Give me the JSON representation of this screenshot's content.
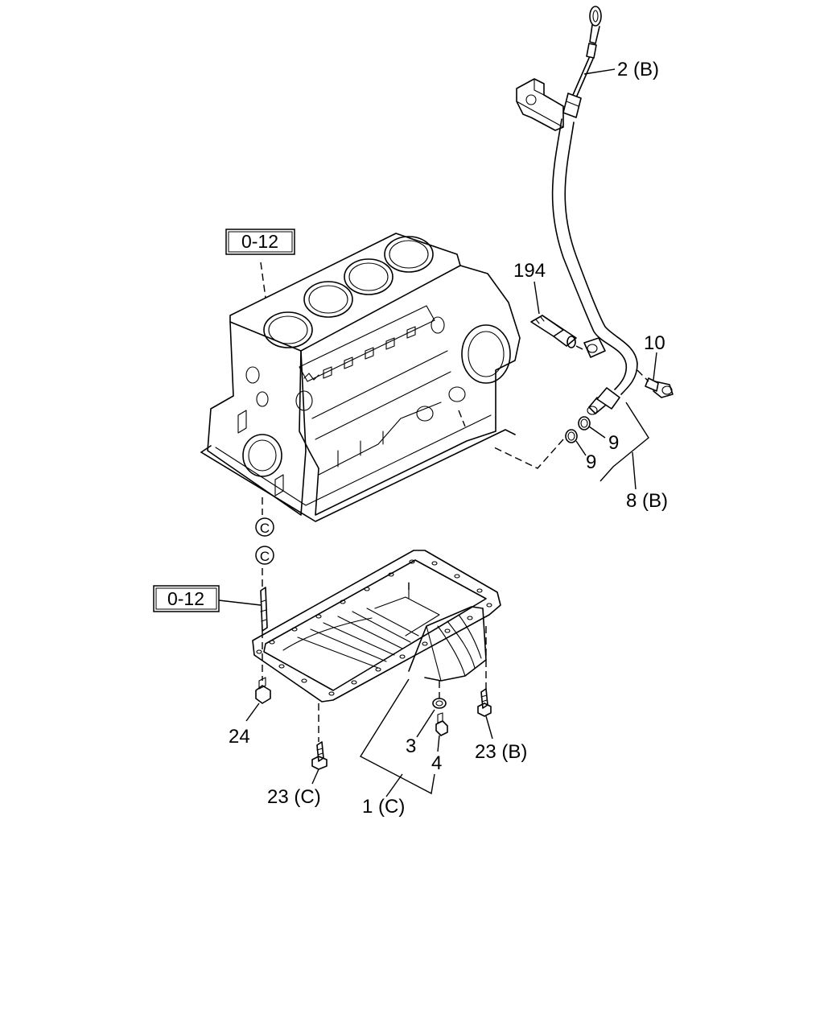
{
  "ref_boxes": [
    {
      "id": "block",
      "text": "0-12"
    },
    {
      "id": "pan",
      "text": "0-12"
    }
  ],
  "circle_markers": [
    {
      "id": "upper",
      "text": "C"
    },
    {
      "id": "lower",
      "text": "C"
    }
  ],
  "callouts": {
    "dipstick": "2 (B)",
    "stud_194": "194",
    "bolt_10": "10",
    "oring_9a": "9",
    "oring_9b": "9",
    "tube_assy": "8 (B)",
    "bolt_24": "24",
    "gasket_3": "3",
    "plug_4": "4",
    "bolt_23b": "23 (B)",
    "bolt_23c": "23 (C)",
    "oil_pan": "1 (C)"
  }
}
